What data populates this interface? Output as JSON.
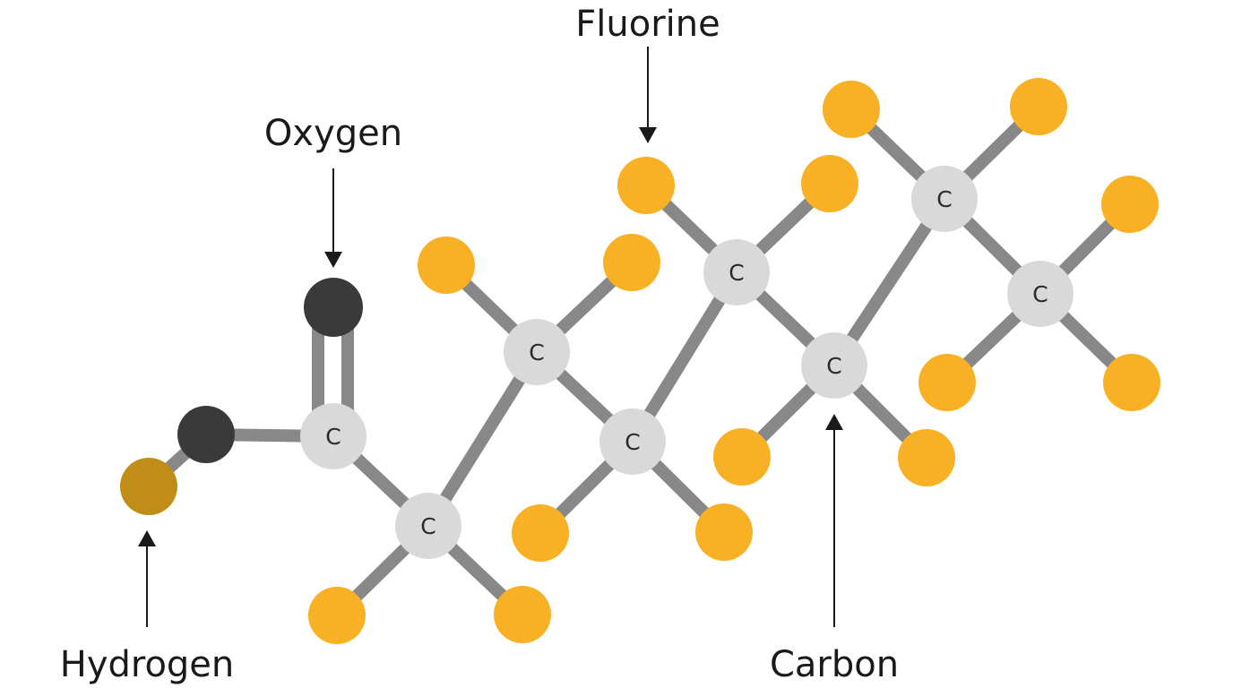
{
  "labels": {
    "fluorine": "Fluorine",
    "oxygen": "Oxygen",
    "hydrogen": "Hydrogen",
    "carbon": "Carbon"
  },
  "atom_symbol": "C",
  "colors": {
    "carbon": "#d9d9d9",
    "fluorine": "#f8b125",
    "oxygen": "#3a3a3a",
    "hydrogen": "#c08e16",
    "bond": "#888888",
    "text": "#1a1a1a"
  }
}
